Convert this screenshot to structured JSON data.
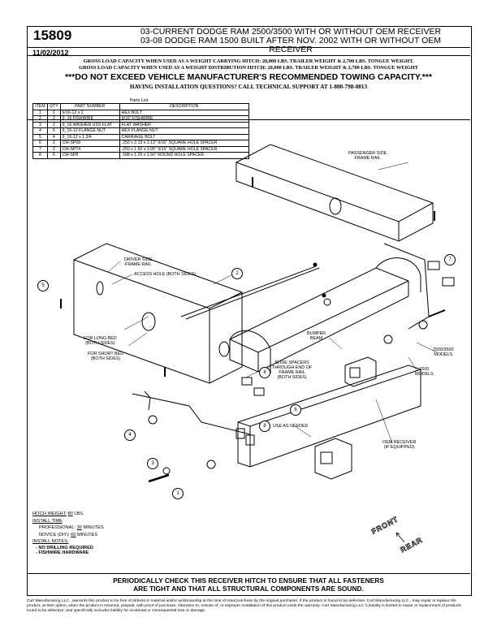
{
  "header": {
    "part_number": "15809",
    "title_line1": "03-CURRENT DODGE RAM 2500/3500 WITH OR WITHOUT OEM RECEIVER",
    "title_line2": "03-08 DODGE RAM 1500 BUILT AFTER NOV. 2002 WITH OR WITHOUT OEM RECEIVER",
    "date": "11/02/2012"
  },
  "capacity": {
    "line1": "GROSS LOAD CAPACITY WHEN USED AS A WEIGHT CARRYING HITCH:  20,000  LBS. TRAILER WEIGHT &  2,700  LBS. TONGUE WEIGHT.",
    "line2": "GROSS LOAD CAPACITY WHEN USED AS A WEIGHT DISTRIBUTION HITCH:  20,000 LBS. TRAILER WEIGHT &  2,700  LBS. TONGUE WEIGHT",
    "warning": "***DO NOT EXCEED VEHICLE MANUFACTURER'S RECOMMENDED TOWING CAPACITY.***",
    "help": "HAVING INSTALLATION QUESTIONS?  CALL TECHNICAL SUPPORT AT 1-800-798-0813"
  },
  "parts_list": {
    "caption": "Parts List",
    "headers": [
      "ITEM",
      "QTY",
      "PART NUMBER",
      "DESCRIPTION"
    ],
    "rows": [
      [
        "1",
        "2",
        "9/16-12 x 2",
        "HEX BOLT"
      ],
      [
        "2",
        "2",
        "9_16 FISHWIRE",
        "9/16\" FISHWIRE"
      ],
      [
        "3",
        "2",
        "9_16 WASHER USS FLAT",
        "FLAT WASHER"
      ],
      [
        "4",
        "6",
        "9_16-12 FLANGE NUT",
        "HEX FLANGE NUT"
      ],
      [
        "5",
        "4",
        "9_16-12 x 1 3/4",
        "CARRIAGE BOLT"
      ],
      [
        "6",
        "2",
        "CM-SP68",
        ".250 x 2.13 x 2.13\" 9/16\" SQUARE HOLE SPACER"
      ],
      [
        "7",
        "2",
        "CM-SP74",
        ".250 x 1.50 x 3.00\" 9/16\" SQUARE HOLE SPACER"
      ],
      [
        "8",
        "6",
        "CM-SP8",
        ".188 x 1.25 x 1.50\" ROUND HOLE SPACER"
      ]
    ]
  },
  "diagram_labels": {
    "passenger_rail": "PASSENGER SIDE\nFRAME RAIL",
    "driver_rail": "DRIVER SIDE\nFRAME RAIL",
    "access_hole": "ACCESS HOLE (BOTH SIDES)",
    "long_bed": "FOR LONG BED\n(BOTH SIDES)",
    "short_bed": "FOR SHORT BED\n(BOTH SIDES)",
    "bumper_beam": "BUMPER\nBEAM",
    "models_2500": "2500/3500\nMODELS",
    "models_1500": "1500\nMODELS",
    "slide_spacers": "SLIDE SPACERS\nTHROUGH END OF\nFRAME RAIL\n(BOTH SIDES)",
    "use_as_needed": "USE AS NEEDED",
    "oem_receiver": "OEM RECEIVER\n(IF EQUIPPED)",
    "front": "FRONT",
    "rear": "REAR"
  },
  "callouts": [
    "1",
    "2",
    "3",
    "4",
    "5",
    "6",
    "7",
    "8",
    "8"
  ],
  "notes": {
    "hitch_weight_label": "HITCH WEIGHT:",
    "hitch_weight_value": "80",
    "hitch_weight_unit": "LBS.",
    "install_time": "INSTALL TIME",
    "professional_label": "PROFESSIONAL:",
    "professional_value": "30",
    "novice_label": "NOVICE (DIY):",
    "novice_value": "60",
    "minutes": "MINUTES",
    "install_notes": "INSTALL NOTES:",
    "note1": "- NO DRILLING REQUIRED",
    "note2": "- FISHWIRE HARDWARE"
  },
  "footer": {
    "warning_line1": "PERIODICALLY CHECK THIS RECEIVER HITCH TO ENSURE THAT ALL FASTENERS",
    "warning_line2": "ARE TIGHT AND THAT ALL STRUCTURAL COMPONENTS ARE SOUND.",
    "disclaimer": "Curt Manufacturing LLC., warrants this product to be free of defects in material and/or workmanship at the time of retail purchase by the original purchaser.  If the product is found to be defective, Curt Manufacturing LLC., may repair or replace the product, at their option, when the product is returned, prepaid, with proof of purchase.  Alteration to, misuse of, or improper installation of this product voids the warranty.  Curt Manufacturing LLC.'s liability is limited to repair or replacement of products found to be defective, and specifically excludes liability for incidental or consequential loss or damage."
  }
}
